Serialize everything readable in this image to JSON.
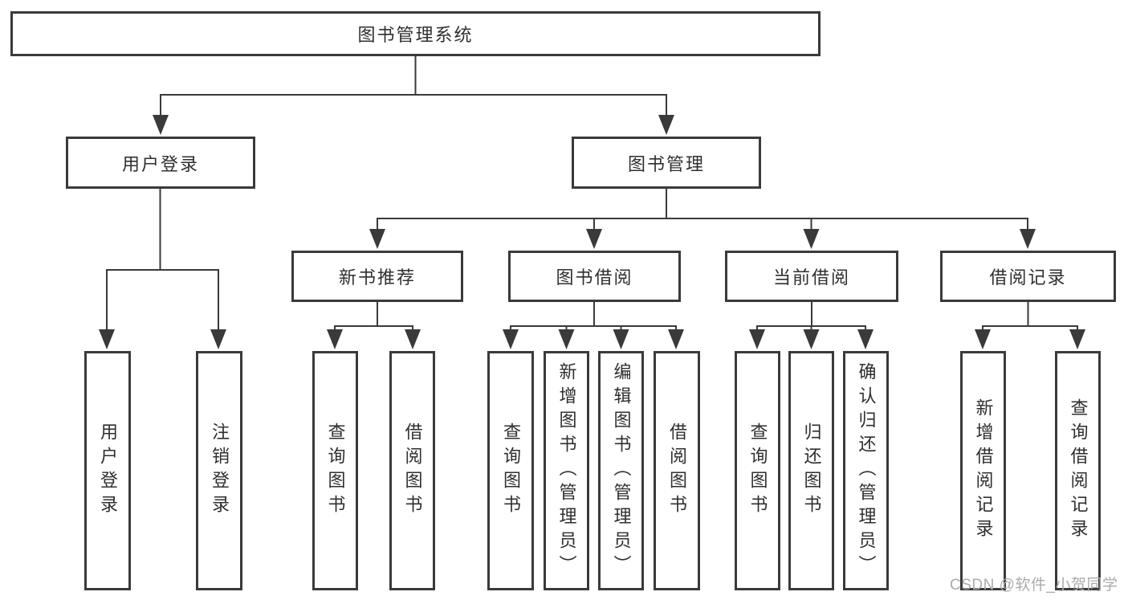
{
  "diagram": {
    "title": "图书管理系统",
    "level1": {
      "user_login": "用户登录",
      "book_management": "图书管理"
    },
    "level2": {
      "new_book_recommend": "新书推荐",
      "book_borrowing": "图书借阅",
      "current_borrowing": "当前借阅",
      "borrowing_records": "借阅记录"
    },
    "leaves": {
      "user_login": [
        "用户登录",
        "注销登录"
      ],
      "new_book_recommend": [
        "查询图书",
        "借阅图书"
      ],
      "book_borrowing": [
        "查询图书",
        "新增图书（管理员）",
        "编辑图书（管理员）",
        "借阅图书"
      ],
      "current_borrowing": [
        "查询图书",
        "归还图书",
        "确认归还（管理员）"
      ],
      "borrowing_records": [
        "新增借阅记录",
        "查询借阅记录"
      ]
    }
  },
  "watermark": {
    "text": "CSDN @软件_小贺同学",
    "color": "#ababab"
  },
  "colors": {
    "line": "#3a3a3c",
    "box_border": "#3a3a3c",
    "text": "#2f2f31",
    "background": "#ffffff"
  }
}
